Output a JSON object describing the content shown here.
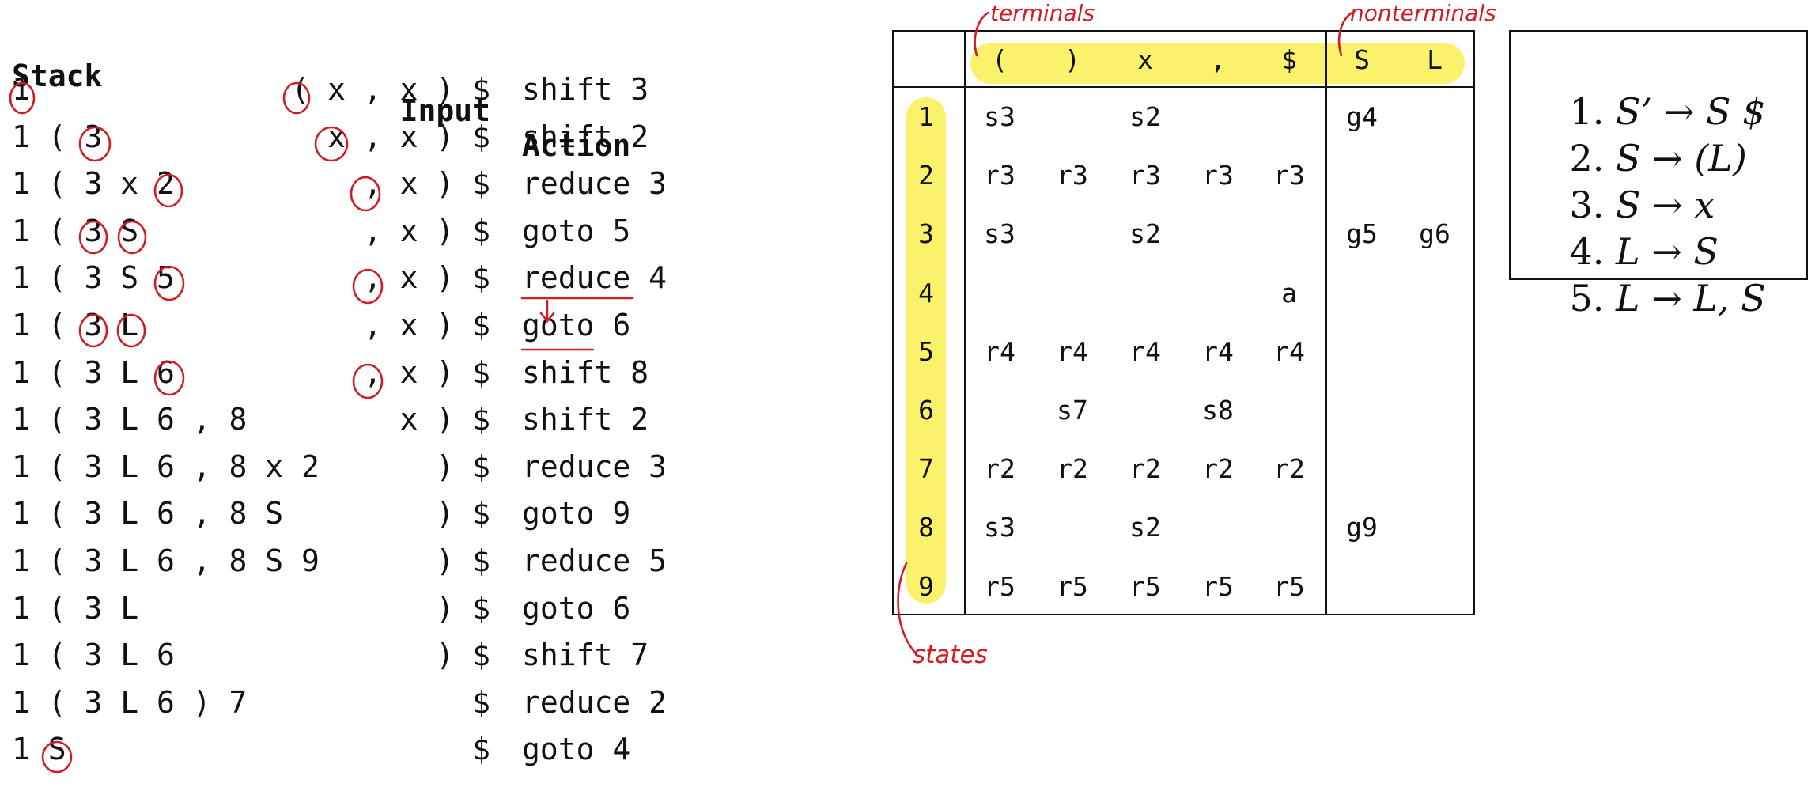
{
  "trace": {
    "headers": {
      "stack": "Stack",
      "input": "Input",
      "action": "Action"
    },
    "rows": [
      {
        "stack": "1",
        "input": "( x , x ) $",
        "action": "shift 3"
      },
      {
        "stack": "1 ( 3",
        "input": "x , x ) $",
        "action": "shift 2"
      },
      {
        "stack": "1 ( 3 x 2",
        "input": ", x ) $",
        "action": "reduce 3"
      },
      {
        "stack": "1 ( 3 S",
        "input": ", x ) $",
        "action": "goto 5"
      },
      {
        "stack": "1 ( 3 S 5",
        "input": ", x ) $",
        "action": "reduce 4"
      },
      {
        "stack": "1 ( 3 L",
        "input": ", x ) $",
        "action": "goto 6"
      },
      {
        "stack": "1 ( 3 L 6",
        "input": ", x ) $",
        "action": "shift 8"
      },
      {
        "stack": "1 ( 3 L 6 , 8",
        "input": "x ) $",
        "action": "shift 2"
      },
      {
        "stack": "1 ( 3 L 6 , 8 x 2",
        "input": ") $",
        "action": "reduce 3"
      },
      {
        "stack": "1 ( 3 L 6 , 8 S",
        "input": ") $",
        "action": "goto 9"
      },
      {
        "stack": "1 ( 3 L 6 , 8 S 9",
        "input": ") $",
        "action": "reduce 5"
      },
      {
        "stack": "1 ( 3 L",
        "input": ") $",
        "action": "goto 6"
      },
      {
        "stack": "1 ( 3 L 6",
        "input": ") $",
        "action": "shift 7"
      },
      {
        "stack": "1 ( 3 L 6 ) 7",
        "input": "$",
        "action": "reduce 2"
      },
      {
        "stack": "1 S",
        "input": "$",
        "action": "goto 4"
      }
    ]
  },
  "parse_table": {
    "terminals": [
      "(",
      ")",
      "x",
      ",",
      "$"
    ],
    "nonterminals": [
      "S",
      "L"
    ],
    "states": [
      "1",
      "2",
      "3",
      "4",
      "5",
      "6",
      "7",
      "8",
      "9"
    ],
    "action": [
      [
        "s3",
        "",
        "s2",
        "",
        ""
      ],
      [
        "r3",
        "r3",
        "r3",
        "r3",
        "r3"
      ],
      [
        "s3",
        "",
        "s2",
        "",
        ""
      ],
      [
        "",
        "",
        "",
        "",
        "a"
      ],
      [
        "r4",
        "r4",
        "r4",
        "r4",
        "r4"
      ],
      [
        "",
        "s7",
        "",
        "s8",
        ""
      ],
      [
        "r2",
        "r2",
        "r2",
        "r2",
        "r2"
      ],
      [
        "s3",
        "",
        "s2",
        "",
        ""
      ],
      [
        "r5",
        "r5",
        "r5",
        "r5",
        "r5"
      ]
    ],
    "goto": [
      [
        "g4",
        ""
      ],
      [
        "",
        ""
      ],
      [
        "g5",
        "g6"
      ],
      [
        "",
        ""
      ],
      [
        "",
        ""
      ],
      [
        "",
        ""
      ],
      [
        "",
        ""
      ],
      [
        "g9",
        ""
      ],
      [
        "",
        ""
      ]
    ],
    "labels": {
      "terminals": "terminals",
      "nonterminals": "nonterminals",
      "states": "states"
    },
    "highlight_color": "#fbf26b"
  },
  "grammar": {
    "rules": [
      {
        "num": "1.",
        "lhs": "S’",
        "arrow": "→",
        "rhs": " S $"
      },
      {
        "num": "2.",
        "lhs": "S",
        "arrow": "→",
        "rhs": " (L)"
      },
      {
        "num": "3.",
        "lhs": "S",
        "arrow": "→",
        "rhs": " x"
      },
      {
        "num": "4.",
        "lhs": "L",
        "arrow": "→",
        "rhs": " S"
      },
      {
        "num": "5.",
        "lhs": "L",
        "arrow": "→",
        "rhs": " L, S"
      }
    ]
  },
  "annotation_color": "#d01d24"
}
